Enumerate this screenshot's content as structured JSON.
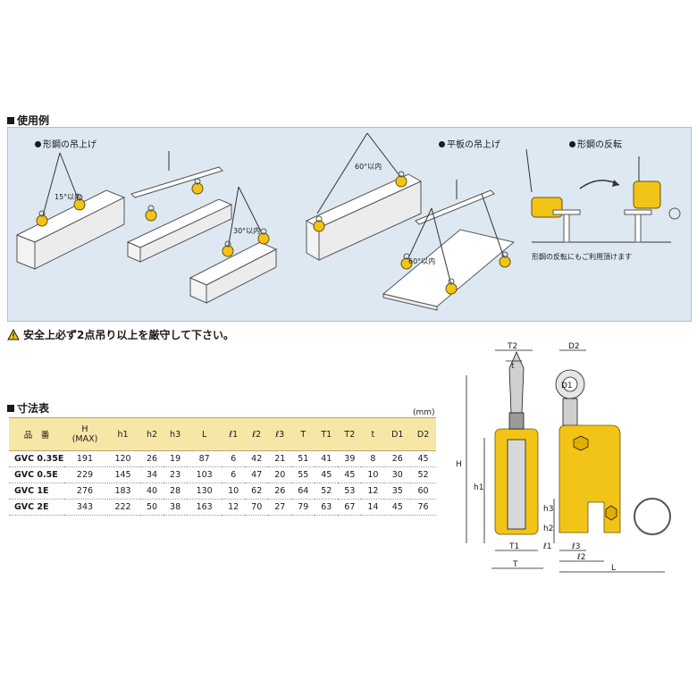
{
  "usage": {
    "heading": "使用例",
    "caption_shape_lift": "形鋼の吊上げ",
    "caption_plate_lift": "平板の吊上げ",
    "caption_flip": "形鋼の反転",
    "flip_note": "形鋼の反転にもご利用頂けます",
    "angle_15": "15°以内",
    "angle_30": "30°以内",
    "angle_60a": "60°以内",
    "angle_60b": "60°以内"
  },
  "warning": "安全上必ず2点吊り以上を厳守して下さい。",
  "dimensions": {
    "heading": "寸法表",
    "unit": "(mm)",
    "header": {
      "model": "品　番",
      "H_line1": "H",
      "H_line2": "(MAX)",
      "h1": "h1",
      "h2": "h2",
      "h3": "h3",
      "L": "L",
      "l1": "ℓ1",
      "l2": "ℓ2",
      "l3": "ℓ3",
      "T": "T",
      "T1": "T1",
      "T2": "T2",
      "t": "t",
      "D1": "D1",
      "D2": "D2"
    },
    "rows": [
      {
        "model": "GVC 0.35E",
        "H": "191",
        "h1": "120",
        "h2": "26",
        "h3": "19",
        "L": "87",
        "l1": "6",
        "l2": "42",
        "l3": "21",
        "T": "51",
        "T1": "41",
        "T2": "39",
        "t": "8",
        "D1": "26",
        "D2": "45"
      },
      {
        "model": "GVC 0.5E",
        "H": "229",
        "h1": "145",
        "h2": "34",
        "h3": "23",
        "L": "103",
        "l1": "6",
        "l2": "47",
        "l3": "20",
        "T": "55",
        "T1": "45",
        "T2": "45",
        "t": "10",
        "D1": "30",
        "D2": "52"
      },
      {
        "model": "GVC 1E",
        "H": "276",
        "h1": "183",
        "h2": "40",
        "h3": "28",
        "L": "130",
        "l1": "10",
        "l2": "62",
        "l3": "26",
        "T": "64",
        "T1": "52",
        "T2": "53",
        "t": "12",
        "D1": "35",
        "D2": "60"
      },
      {
        "model": "GVC 2E",
        "H": "343",
        "h1": "222",
        "h2": "50",
        "h3": "38",
        "L": "163",
        "l1": "12",
        "l2": "70",
        "l3": "27",
        "T": "79",
        "T1": "63",
        "T2": "67",
        "t": "14",
        "D1": "45",
        "D2": "76"
      }
    ]
  },
  "drawing_labels": {
    "T2": "T2",
    "t": "t",
    "D2": "D2",
    "D1": "D1",
    "H": "H",
    "h1": "h1",
    "h3": "h3",
    "h2": "h2",
    "l1": "ℓ1",
    "l3": "ℓ3",
    "l2": "ℓ2",
    "T1": "T1",
    "T": "T",
    "L": "L"
  },
  "colors": {
    "panel_bg": "#dde8f3",
    "clamp_yellow": "#f2c417",
    "table_header": "#f7e7a6"
  }
}
